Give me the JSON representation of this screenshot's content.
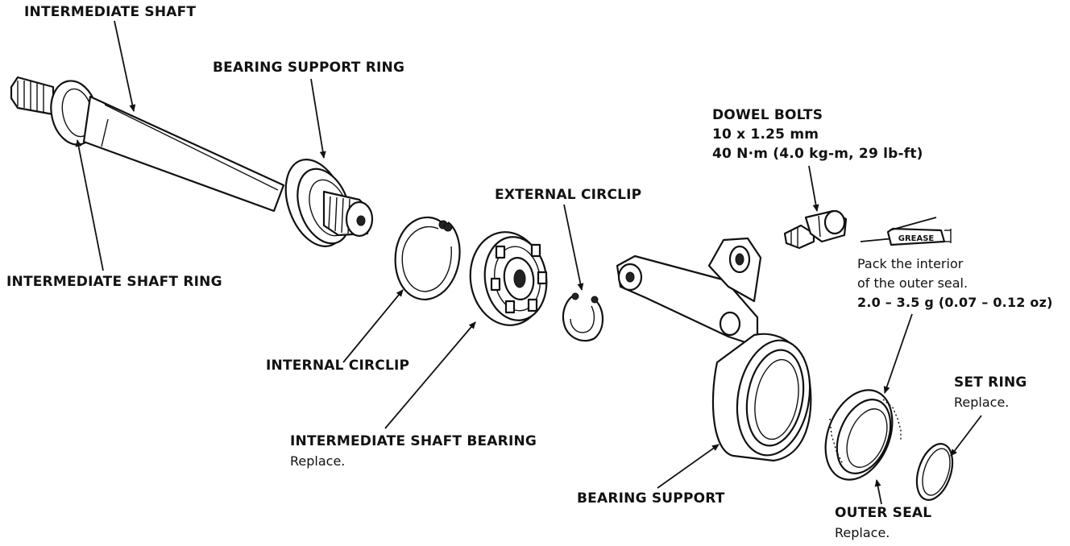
{
  "labels": {
    "intermediate_shaft": "INTERMEDIATE SHAFT",
    "bearing_support_ring": "BEARING SUPPORT RING",
    "intermediate_shaft_ring": "INTERMEDIATE SHAFT RING",
    "internal_circlip": "INTERNAL CIRCLIP",
    "external_circlip": "EXTERNAL CIRCLIP",
    "intermediate_shaft_bearing": "INTERMEDIATE SHAFT BEARING",
    "intermediate_shaft_bearing_note": "Replace.",
    "bearing_support": "BEARING SUPPORT",
    "dowel_bolts": "DOWEL BOLTS",
    "dowel_bolts_size": "10 x 1.25 mm",
    "dowel_bolts_torque": "40 N·m (4.0 kg-m, 29 lb-ft)",
    "grease_tube": "GREASE",
    "grease_line1": "Pack the interior",
    "grease_line2": "of the outer seal.",
    "grease_line3": "2.0 – 3.5 g (0.07 – 0.12 oz)",
    "outer_seal": "OUTER SEAL",
    "outer_seal_note": "Replace.",
    "set_ring": "SET RING",
    "set_ring_note": "Replace."
  }
}
